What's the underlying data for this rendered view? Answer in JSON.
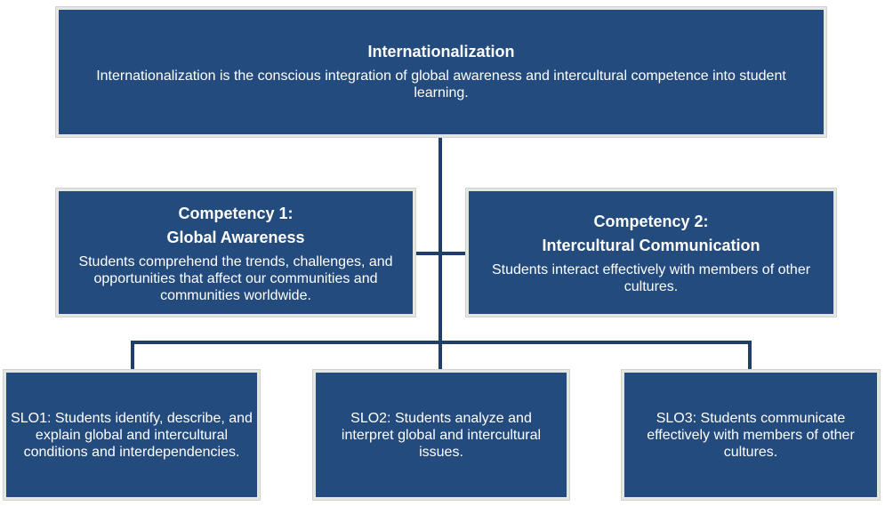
{
  "top": {
    "title": "Internationalization",
    "text": "Internationalization is the conscious integration of global awareness and intercultural competence into student learning."
  },
  "competency1": {
    "title_line1": "Competency 1:",
    "title_line2": "Global Awareness",
    "text": "Students comprehend the trends, challenges, and opportunities that affect our communities and communities worldwide."
  },
  "competency2": {
    "title_line1": "Competency 2:",
    "title_line2": "Intercultural Communication",
    "text": "Students interact effectively with members of other cultures."
  },
  "slos": [
    {
      "text": "SLO1: Students identify, describe, and explain global and intercultural conditions and interdependencies."
    },
    {
      "text": "SLO2: Students analyze and interpret global and intercultural issues."
    },
    {
      "text": "SLO3: Students communicate effectively with members of other cultures."
    }
  ],
  "colors": {
    "box_fill": "#234b7e",
    "box_border": "#e4e6e2",
    "connector": "#1f3f68",
    "text": "#ffffff"
  }
}
